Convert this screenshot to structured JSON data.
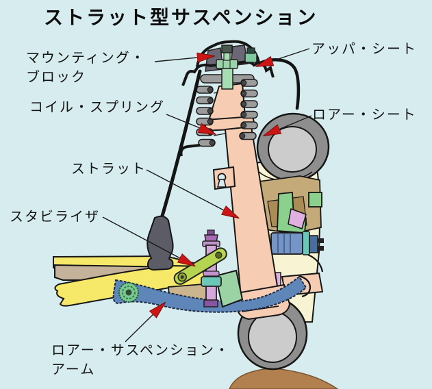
{
  "title": "ストラット型サスペンション",
  "labels": {
    "mounting_block": "マウンティング・\nブロック",
    "upper_seat": "アッパ・シート",
    "coil_spring": "コイル・スプリング",
    "lower_seat": "ロアー・シート",
    "strut": "ストラット",
    "stabilizer": "スタビライザ",
    "lower_suspension_arm": "ロアー・サスペンション・\nアーム"
  },
  "colors": {
    "background": "#d7ecee",
    "arrow_red": "#cc1616",
    "strut_peach": "#f6cdb2",
    "piston_rod_green": "#a8dcb2",
    "spring_gray": "#9c9c9c",
    "mount_gray": "#6b6775",
    "tire_gray": "#8e8e8e",
    "tire_inner_gray": "#cccccc",
    "rim_cream": "#f8f3d2",
    "crossmember_yellow": "#f6e96a",
    "beam_tan": "#c5b29a",
    "knuckle_tan": "#c4aa78",
    "lower_arm_blue": "#5f86b8",
    "bushing_green": "#7cc98f",
    "stabilizer_link_green": "#b5d44f",
    "link_violet": "#d5a8dc",
    "nut_teal": "#6cc8b6",
    "block_green": "#9cd3a5",
    "hub_blue": "#7495c6",
    "part_pink": "#dfb0e0",
    "ground_brown": "#b2804e",
    "stabilizer_gray": "#5c5c66"
  }
}
